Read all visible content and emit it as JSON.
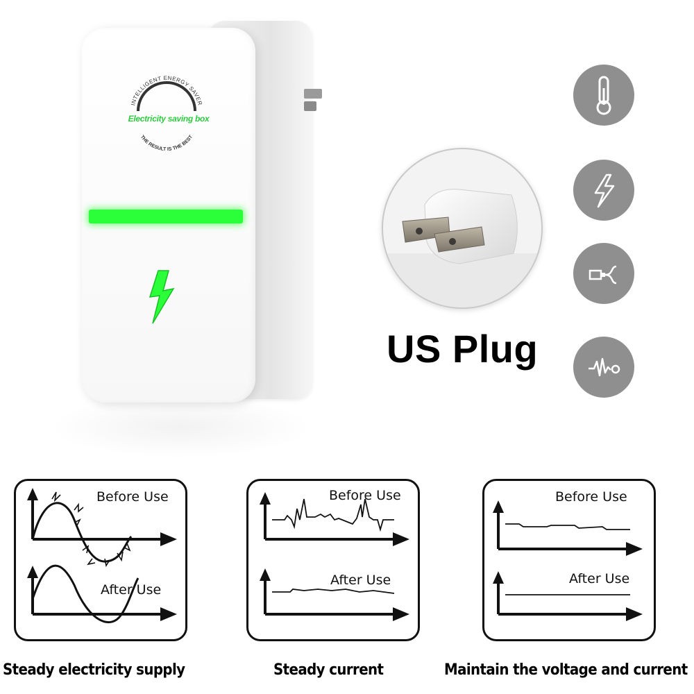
{
  "device": {
    "logo_top_text": "INTELLIGENT ENERGY SAVER",
    "logo_main_text": "Electricity saving box",
    "logo_bottom_text": "THE RESULT IS THE BEST"
  },
  "plug_label": "US Plug",
  "feature_icons": [
    "thermometer-icon",
    "lightning-icon",
    "usb-cable-icon",
    "waveform-icon"
  ],
  "panels": [
    {
      "before": "Before Use",
      "after": "After Use",
      "caption": "Steady electricity supply"
    },
    {
      "before": "Before Use",
      "after": "After Use",
      "caption": "Steady current"
    },
    {
      "before": "Before Use",
      "after": "After Use",
      "caption": "Maintain the voltage and current"
    }
  ],
  "colors": {
    "accent_green": "#2bff3a",
    "icon_gray": "#8f8f8f"
  }
}
